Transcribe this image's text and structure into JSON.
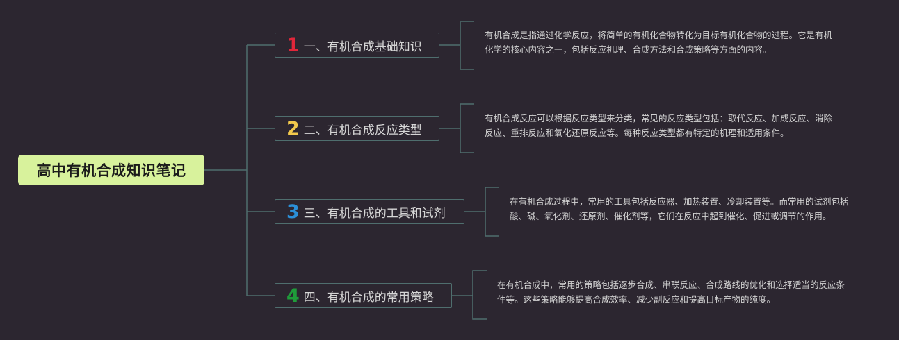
{
  "root": {
    "title": "高中有机合成知识笔记"
  },
  "branches": [
    {
      "badge": "1",
      "badge_color": "#e0263a",
      "label": "一、有机合成基础知识",
      "description": "有机合成是指通过化学反应，将简单的有机化合物转化为目标有机化合物的过程。它是有机化学的核心内容之一，包括反应机理、合成方法和合成策略等方面的内容。"
    },
    {
      "badge": "2",
      "badge_color": "#f2c94c",
      "label": "二、有机合成反应类型",
      "description": "有机合成反应可以根据反应类型来分类，常见的反应类型包括：取代反应、加成反应、消除反应、重排反应和氧化还原反应等。每种反应类型都有特定的机理和适用条件。"
    },
    {
      "badge": "3",
      "badge_color": "#2b8fd8",
      "label": "三、有机合成的工具和试剂",
      "description": "在有机合成过程中，常用的工具包括反应器、加热装置、冷却装置等。而常用的试剂包括酸、碱、氧化剂、还原剂、催化剂等，它们在反应中起到催化、促进或调节的作用。"
    },
    {
      "badge": "4",
      "badge_color": "#1f9c3a",
      "label": "四、有机合成的常用策略",
      "description": "在有机合成中，常用的策略包括逐步合成、串联反应、合成路线的优化和选择适当的反应条件等。这些策略能够提高合成效率、减少副反应和提高目标产物的纯度。"
    }
  ]
}
